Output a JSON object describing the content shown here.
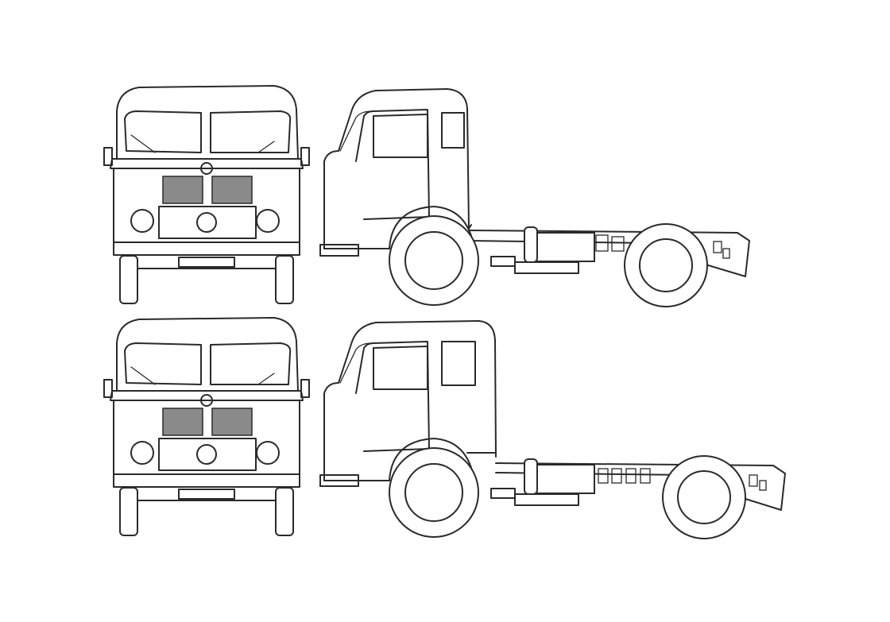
{
  "drawings": [
    {
      "name": "front-view-top",
      "view": "front",
      "variant": "short-cab"
    },
    {
      "name": "side-view-top",
      "view": "side",
      "variant": "short-cab"
    },
    {
      "name": "front-view-bottom",
      "view": "front",
      "variant": "long-cab"
    },
    {
      "name": "side-view-bottom",
      "view": "side",
      "variant": "long-cab"
    }
  ],
  "colors": {
    "line": "#2a2a2a",
    "background": "#ffffff",
    "grille": "#8a8a8a"
  }
}
